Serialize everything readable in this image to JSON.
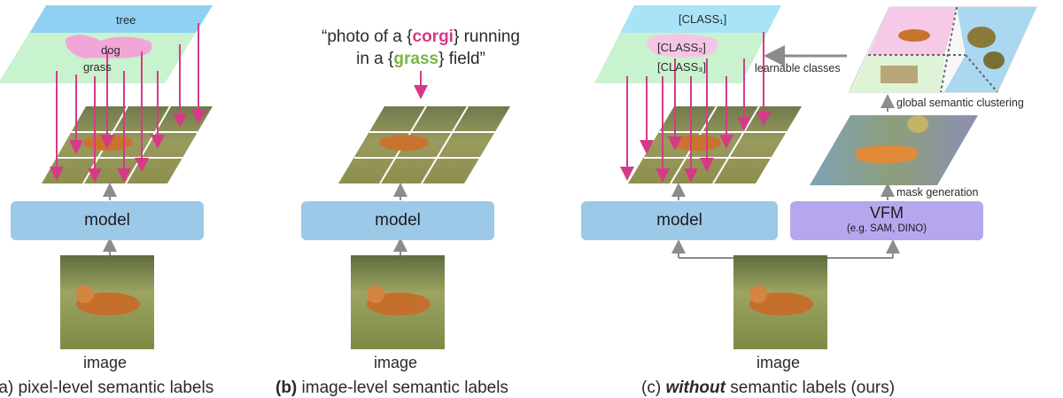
{
  "panel_a": {
    "labels": {
      "tree": "tree",
      "dog": "dog",
      "grass": "grass"
    },
    "model_label": "model",
    "image_label": "image",
    "caption": "(a) pixel-level semantic labels"
  },
  "panel_b": {
    "prompt": {
      "q_open": "“photo of a {",
      "word1": "corgi",
      "mid1": "} running",
      "line2_a": "in a {",
      "word2": "grass",
      "line2_b": "} field”"
    },
    "model_label": "model",
    "image_label": "image",
    "caption_b": "(b)",
    "caption_rest": " image-level semantic labels"
  },
  "panel_c": {
    "classes": [
      "[CLASS₁]",
      "[CLASS₂]",
      "[CLASS₃]"
    ],
    "learnable_label": "learnable classes",
    "clustering_label": "global semantic clustering",
    "mask_label": "mask generation",
    "vfm_title": "VFM",
    "vfm_sub": "(e.g. SAM, DINO)",
    "model_label": "model",
    "image_label": "image",
    "caption_pre": "(c) ",
    "caption_em": "without",
    "caption_post": " semantic labels (ours)"
  },
  "colors": {
    "arrow_pink": "#d63a86",
    "arrow_gray": "#8c8c8c",
    "model_blue": "#9cc9e8",
    "vfm_purple": "#b6a6ee",
    "sky": "#8fd0f3",
    "grass_green": "#c9f2cf",
    "dog_pink": "#f2a6d8"
  }
}
